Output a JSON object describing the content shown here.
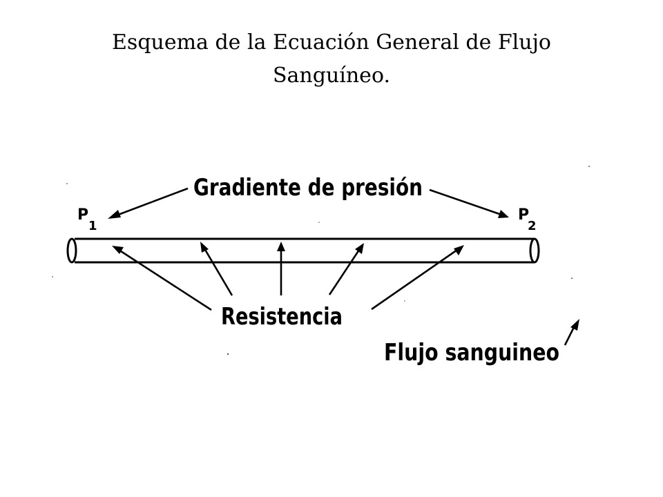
{
  "title": {
    "line1": "Esquema de la Ecuación General de Flujo",
    "line2": "Sanguíneo."
  },
  "diagram": {
    "pressure_gradient_label": "Gradiente de presión",
    "p1_label": "P",
    "p1_subscript": "1",
    "p2_label": "P",
    "p2_subscript": "2",
    "resistance_label": "Resistencia",
    "blood_flow_label": "Flujo sanguineo"
  }
}
